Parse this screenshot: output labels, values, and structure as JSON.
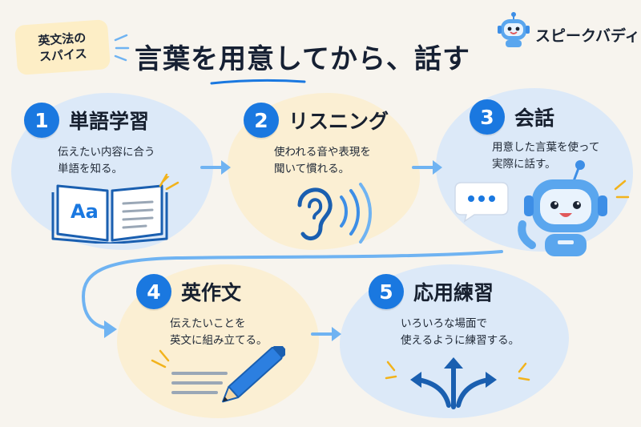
{
  "header": {
    "badge_line1": "英文法の",
    "badge_line2": "スパイス",
    "title": "言葉を用意してから、話す"
  },
  "brand": {
    "name": "スピークバディ",
    "icon": "robot-mascot-icon"
  },
  "steps": [
    {
      "number": "1",
      "title": "単語学習",
      "description": "伝えたい内容に合う\n単語を知る。",
      "icon": "open-book-icon",
      "book_label": "Aa"
    },
    {
      "number": "2",
      "title": "リスニング",
      "description": "使われる音や表現を\n聞いて慣れる。",
      "icon": "ear-icon"
    },
    {
      "number": "3",
      "title": "会話",
      "description": "用意した言葉を使って\n実際に話す。",
      "icon": "robot-speaking-icon"
    },
    {
      "number": "4",
      "title": "英作文",
      "description": "伝えたいことを\n英文に組み立てる。",
      "icon": "pencil-writing-icon"
    },
    {
      "number": "5",
      "title": "応用練習",
      "description": "いろいろな場面で\n使えるように練習する。",
      "icon": "branching-arrows-icon"
    }
  ],
  "colors": {
    "accent": "#1a78e0",
    "light_blue": "#dce9f8",
    "cream": "#fbefd3",
    "arrow": "#6fb3f2",
    "background": "#f7f4ee"
  }
}
